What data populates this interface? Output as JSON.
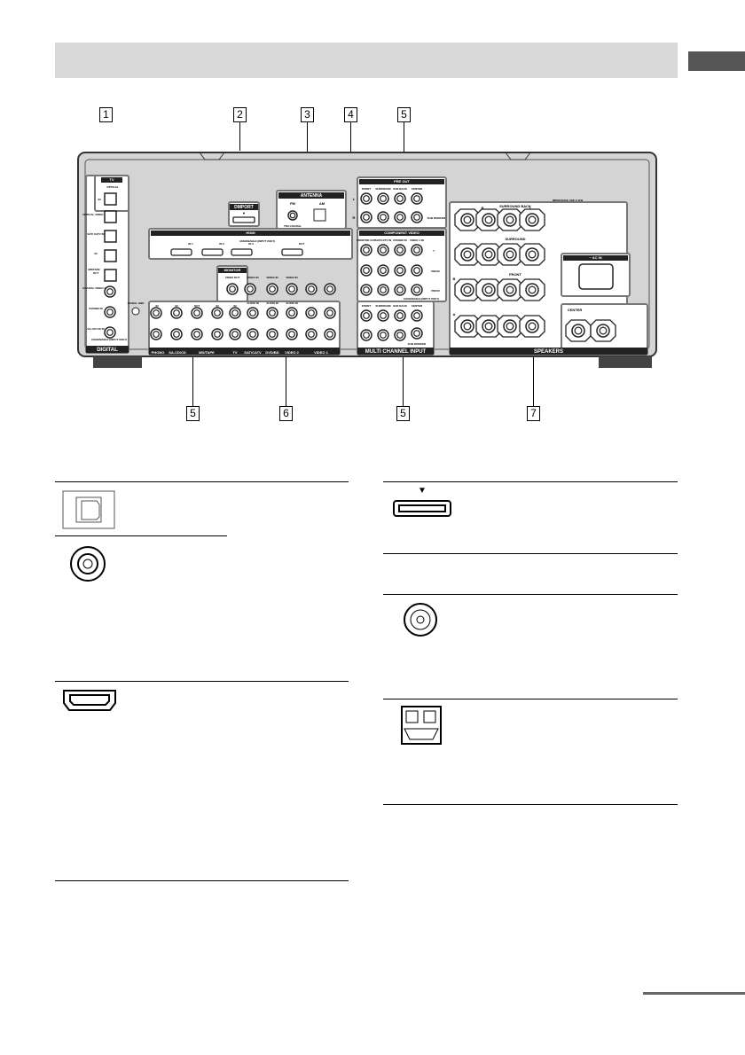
{
  "callouts_top": [
    "1",
    "2",
    "3",
    "4",
    "5"
  ],
  "callouts_bottom": [
    "5",
    "6",
    "5",
    "7"
  ],
  "panel": {
    "digital": {
      "title": "DIGITAL",
      "tv": "TV",
      "optical": "OPTICAL",
      "in": "IN",
      "optical_video1": "OPTICAL VIDEO 1 IN",
      "sat_catv": "SAT/ CATV IN",
      "md_tape_in": "IN",
      "md_tape": "MD/TAPE",
      "md_tape_out": "OUT",
      "coaxial_video2": "COAXIAL VIDEO 2 IN",
      "dvd_bd": "DVD/BD IN",
      "sacd_cd": "SA-CD/ CD IN",
      "assignable": "ASSIGNABLE (INPUT ONLY)"
    },
    "dmport": {
      "title": "DMPORT",
      "mark": "▼"
    },
    "antenna": {
      "title": "ANTENNA",
      "fm": "FM",
      "am": "AM",
      "coaxial": "75Ω COAXIAL"
    },
    "hdmi": {
      "title": "HDMI",
      "in1": "IN 1",
      "in2": "IN 2",
      "in3": "IN 3",
      "assignable": "ASSIGNABLE (INPUT ONLY)",
      "out": "OUT"
    },
    "pre_out": {
      "title": "PRE OUT",
      "cols": [
        "FRONT",
        "SURROUND",
        "SUR BACK",
        "CENTER"
      ],
      "sub": "SUB WOOFER",
      "l": "L",
      "r": "R"
    },
    "component_video": {
      "title": "COMPONENT VIDEO",
      "cols": [
        "MONITOR OUT",
        "SAT/CATV IN",
        "DVD/BD IN",
        "VIDEO 1 IN"
      ],
      "y": "Y",
      "pb": "PB/CB",
      "pr": "PR/CR",
      "assignable": "ASSIGNABLE (INPUT ONLY)"
    },
    "multi": {
      "title": "MULTI CHANNEL INPUT",
      "cols": [
        "FRONT",
        "SURROUND",
        "SUR BACK",
        "CENTER"
      ],
      "sub": "SUB WOOFER"
    },
    "speakers": {
      "title": "SPEAKERS",
      "impedance": "IMPEDANCE USE 6-16Ω",
      "surround_back": "SURROUND BACK",
      "surround": "SURROUND",
      "front": "FRONT",
      "center": "CENTER",
      "a": "A",
      "b": "B",
      "r": "R",
      "l": "L"
    },
    "ac_in": {
      "title": "~ AC IN"
    },
    "analog": {
      "monitor": "MONITOR",
      "video_out": "VIDEO OUT",
      "signal_gnd": "SIGNAL GND",
      "labels": [
        "PHONO",
        "SA-CD/CD",
        "MD/TAPE",
        "TV",
        "SAT/CATV",
        "DVD/BD",
        "VIDEO 2",
        "VIDEO 1"
      ],
      "in": "IN",
      "out": "OUT",
      "video_in": "VIDEO IN",
      "audio_in": "AUDIO IN"
    }
  },
  "legend_icons": [
    "optical-jack",
    "coaxial-jack",
    "hdmi-jack",
    "dmport-jack",
    "antenna-coaxial-jack",
    "am-antenna-terminal"
  ],
  "colors": {
    "header": "#d9d9d9",
    "panel": "#d4d4d4"
  }
}
